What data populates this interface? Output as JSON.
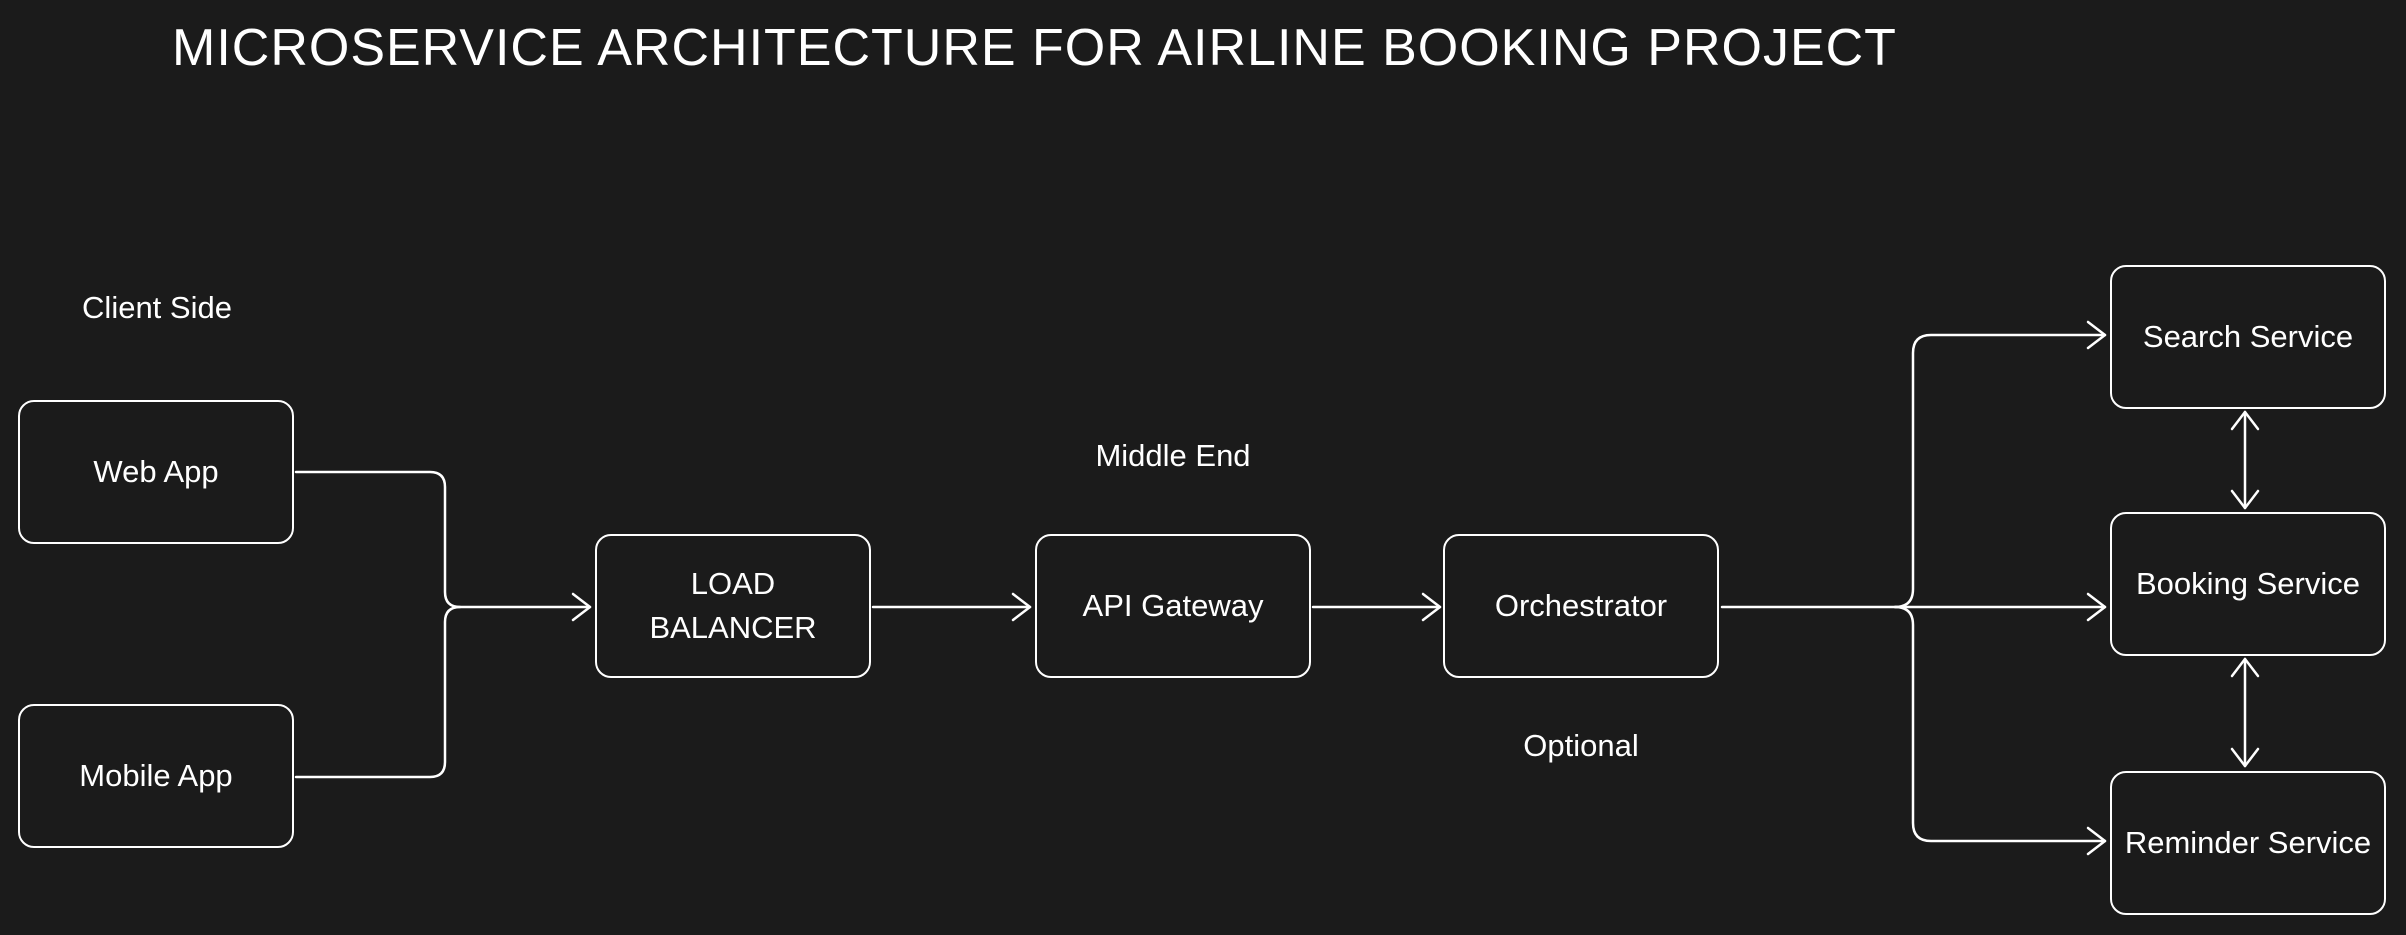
{
  "title": "MICROSERVICE ARCHITECTURE FOR AIRLINE BOOKING PROJECT",
  "labels": {
    "client_side": "Client Side",
    "middle_end": "Middle End",
    "optional": "Optional"
  },
  "nodes": {
    "web_app": "Web App",
    "mobile_app": "Mobile App",
    "load_balancer_line1": "LOAD",
    "load_balancer_line2": "BALANCER",
    "api_gateway": "API Gateway",
    "orchestrator": "Orchestrator",
    "search_service": "Search Service",
    "booking_service": "Booking Service",
    "reminder_service": "Reminder Service"
  },
  "colors": {
    "background": "#1b1b1b",
    "stroke": "#ffffff",
    "text": "#ffffff"
  }
}
